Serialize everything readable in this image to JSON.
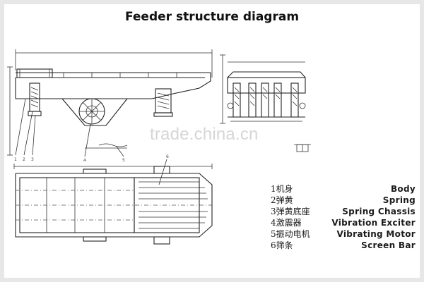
{
  "title": "Feeder structure diagram",
  "watermark": "trade.china.cn",
  "callouts": [
    "1",
    "2",
    "3",
    "4",
    "5",
    "6"
  ],
  "legend": [
    {
      "cn": "1机身",
      "en": "Body"
    },
    {
      "cn": "2弹黄",
      "en": "Spring"
    },
    {
      "cn": "3弹黄底座",
      "en": "Spring Chassis"
    },
    {
      "cn": "4激震器",
      "en": "Vibration Exciter"
    },
    {
      "cn": "5振动电机",
      "en": "Vibrating Motor"
    },
    {
      "cn": "6筛条",
      "en": "Screen Bar"
    }
  ]
}
